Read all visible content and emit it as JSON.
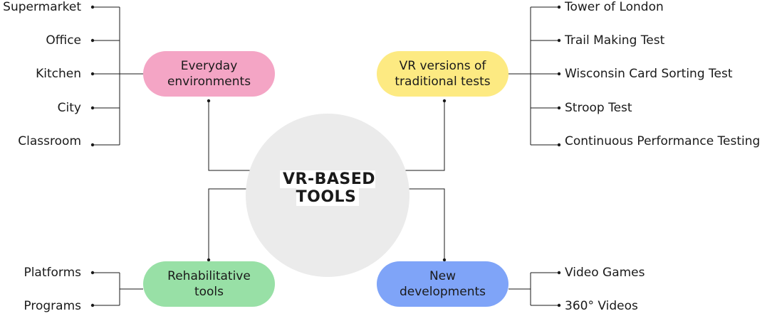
{
  "center": {
    "title": "VR-BASED TOOLS"
  },
  "branches": {
    "everyday": {
      "label_lines": [
        "Everyday",
        "environments"
      ],
      "color": "#f4a5c5",
      "items": [
        "Supermarket",
        "Office",
        "Kitchen",
        "City",
        "Classroom"
      ]
    },
    "traditional": {
      "label_lines": [
        "VR versions of",
        "traditional tests"
      ],
      "color": "#fdea82",
      "items": [
        "Tower of London",
        "Trail Making Test",
        "Wisconsin Card Sorting Test",
        "Stroop Test",
        "Continuous Performance Testing"
      ]
    },
    "rehabilitative": {
      "label_lines": [
        "Rehabilitative",
        "tools"
      ],
      "color": "#98e0a6",
      "items": [
        "Platforms",
        "Programs"
      ]
    },
    "developments": {
      "label_lines": [
        "New",
        "developments"
      ],
      "color": "#7fa4f8",
      "items": [
        "Video Games",
        "360° Videos"
      ]
    }
  },
  "styles": {
    "circle_color": "#ebebeb",
    "line_color": "#1a1a1a"
  }
}
